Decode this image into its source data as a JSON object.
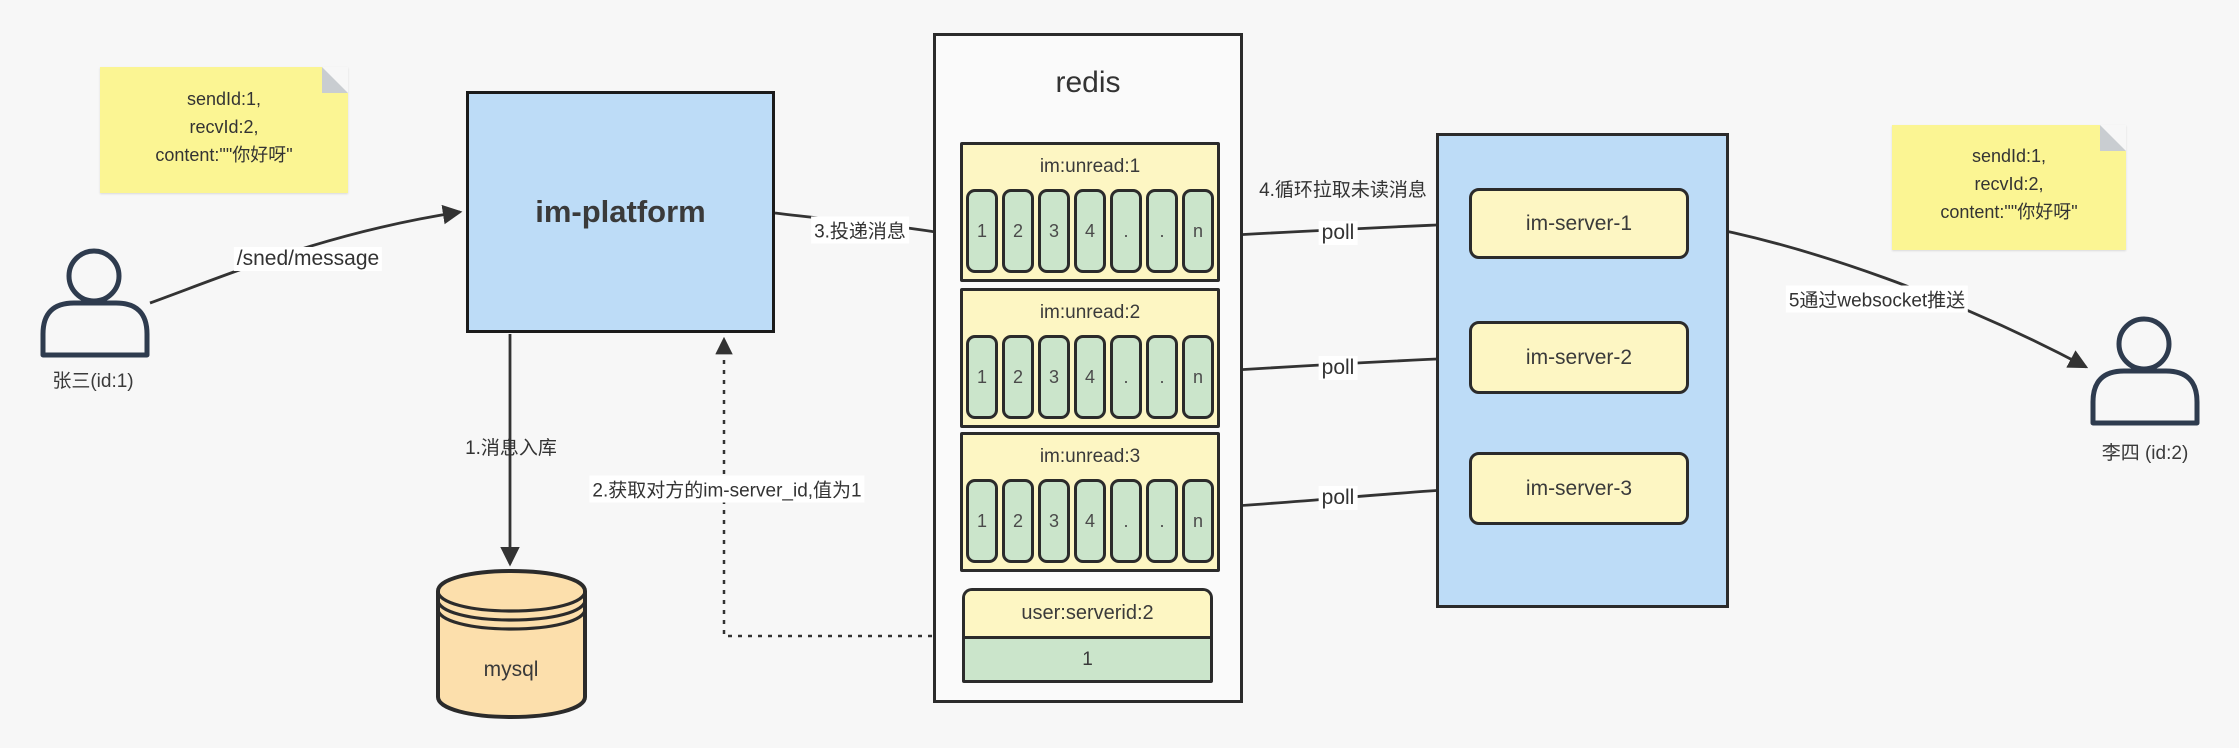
{
  "colors": {
    "background": "#f7f7f7",
    "blue_fill": "#bddcf7",
    "yellow_fill": "#fdf6c3",
    "green_fill": "#cbe5cb",
    "sticky_fill": "#fbf593",
    "mysql_fill": "#fcdfac",
    "line": "#333333"
  },
  "sticky_left": {
    "lines": [
      "sendId:1,",
      "recvId:2,",
      "content:\"\"你好呀\""
    ]
  },
  "sticky_right": {
    "lines": [
      "sendId:1,",
      "recvId:2,",
      "content:\"\"你好呀\""
    ]
  },
  "actors": {
    "sender": {
      "label": "张三(id:1)"
    },
    "receiver": {
      "label": "李四 (id:2)"
    }
  },
  "platform": {
    "label": "im-platform"
  },
  "mysql": {
    "label": "mysql"
  },
  "redis": {
    "title": "redis",
    "queues": [
      {
        "header": "im:unread:1",
        "cells": [
          "1",
          "2",
          "3",
          "4",
          ".",
          ".",
          "n"
        ]
      },
      {
        "header": "im:unread:2",
        "cells": [
          "1",
          "2",
          "3",
          "4",
          ".",
          ".",
          "n"
        ]
      },
      {
        "header": "im:unread:3",
        "cells": [
          "1",
          "2",
          "3",
          "4",
          ".",
          ".",
          "n"
        ]
      }
    ],
    "kv": {
      "header": "user:serverid:2",
      "value": "1"
    }
  },
  "server_group": {
    "servers": [
      {
        "label": "im-server-1"
      },
      {
        "label": "im-server-2"
      },
      {
        "label": "im-server-3"
      }
    ]
  },
  "labels": {
    "send_api": "/sned/message",
    "step1": "1.消息入库",
    "step2": "2.获取对方的im-server_id,值为1",
    "step3": "3.投递消息",
    "step4": "4.循环拉取未读消息",
    "step5": "5通过websocket推送",
    "poll": "poll"
  }
}
